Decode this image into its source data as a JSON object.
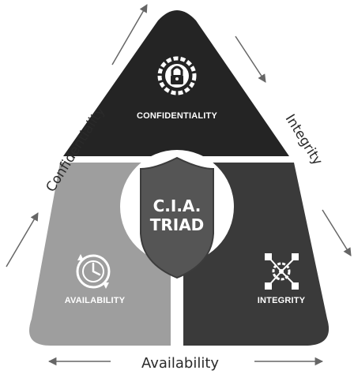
{
  "diagram": {
    "center": {
      "line1": "C.I.A.",
      "line2": "TRIAD"
    },
    "segments": {
      "top": {
        "label": "CONFIDENTIALITY",
        "icon": "lock-gear-icon",
        "color": "#242424"
      },
      "left": {
        "label": "AVAILABILITY",
        "icon": "clock-cycle-icon",
        "color": "#9e9e9e"
      },
      "right": {
        "label": "INTEGRITY",
        "icon": "network-gear-icon",
        "color": "#3a3a3a"
      }
    },
    "side_labels": {
      "left": "Confidentiality",
      "right": "Integrity",
      "bottom": "Availability"
    },
    "colors": {
      "shield": "#555555",
      "hub": "#ffffff",
      "arrow": "#666666",
      "text": "#2a2a2a"
    }
  }
}
